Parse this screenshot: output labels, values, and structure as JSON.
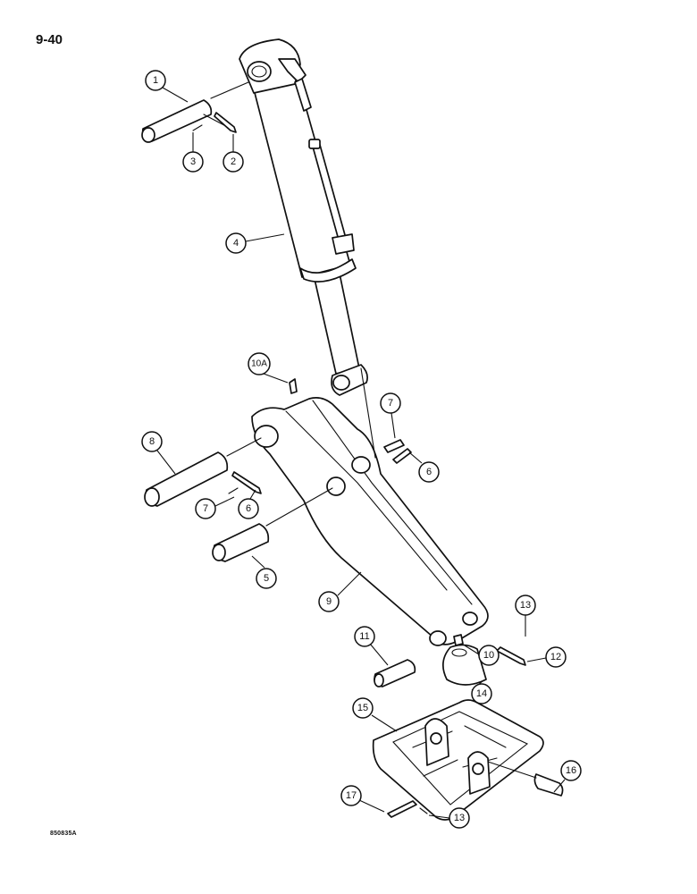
{
  "page": {
    "number": "9-40",
    "drawing_code": "850835A"
  },
  "callouts": [
    {
      "id": "1",
      "label": "1"
    },
    {
      "id": "2",
      "label": "2"
    },
    {
      "id": "3",
      "label": "3"
    },
    {
      "id": "4",
      "label": "4"
    },
    {
      "id": "5",
      "label": "5"
    },
    {
      "id": "6a",
      "label": "6"
    },
    {
      "id": "6b",
      "label": "6"
    },
    {
      "id": "7a",
      "label": "7"
    },
    {
      "id": "7b",
      "label": "7"
    },
    {
      "id": "8",
      "label": "8"
    },
    {
      "id": "9",
      "label": "9"
    },
    {
      "id": "10",
      "label": "10"
    },
    {
      "id": "10A",
      "label": "10A"
    },
    {
      "id": "11",
      "label": "11"
    },
    {
      "id": "12",
      "label": "12"
    },
    {
      "id": "13a",
      "label": "13"
    },
    {
      "id": "13b",
      "label": "13"
    },
    {
      "id": "14",
      "label": "14"
    },
    {
      "id": "15",
      "label": "15"
    },
    {
      "id": "16",
      "label": "16"
    },
    {
      "id": "17",
      "label": "17"
    }
  ]
}
